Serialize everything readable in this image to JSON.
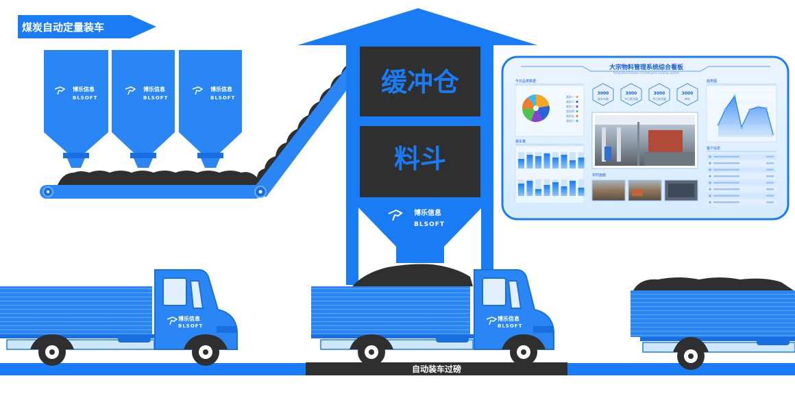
{
  "banner": {
    "title": "煤炭自动定量装车"
  },
  "silos": [
    {
      "logo_cn": "博乐信息",
      "logo_en": "BLSOFT"
    },
    {
      "logo_cn": "博乐信息",
      "logo_en": "BLSOFT"
    },
    {
      "logo_cn": "博乐信息",
      "logo_en": "BLSOFT"
    }
  ],
  "tower": {
    "buffer_label": "缓冲仓",
    "hopper_label": "料斗",
    "logo_cn": "博乐信息",
    "logo_en": "BLSOFT"
  },
  "trucks": [
    {
      "logo_cn": "博乐信息",
      "logo_en": "BLSOFT"
    },
    {
      "logo_cn": "博乐信息",
      "logo_en": "BLSOFT"
    }
  ],
  "scale": {
    "label": "自动装车过磅"
  },
  "dashboard": {
    "title": "大宗物料管理系统综合看板",
    "subtitle": "Integrated Kanban of Intelligent Loading system",
    "sections": {
      "left_top": "今日品类数据",
      "left_bottom": "装车量",
      "video": "实时画面",
      "right_top": "趋势图",
      "right_bottom": "客户信息"
    },
    "stats": [
      {
        "value": "3000",
        "label": "装车车数"
      },
      {
        "value": "3000",
        "label": "今日发货量"
      },
      {
        "value": "3000",
        "label": "今日发货量"
      },
      {
        "value": "3000",
        "label": "库存"
      }
    ],
    "pie_legend": [
      "类别一",
      "类别二",
      "类别三",
      "类别四",
      "类别五",
      "类别六"
    ],
    "colors": {
      "primary": "#1a7cf5",
      "dark": "#2f2f2f",
      "pie": [
        "#f5a623",
        "#2a63d8",
        "#8a3fd1",
        "#4fc24f",
        "#f07b2c",
        "#3db8f0"
      ]
    }
  }
}
